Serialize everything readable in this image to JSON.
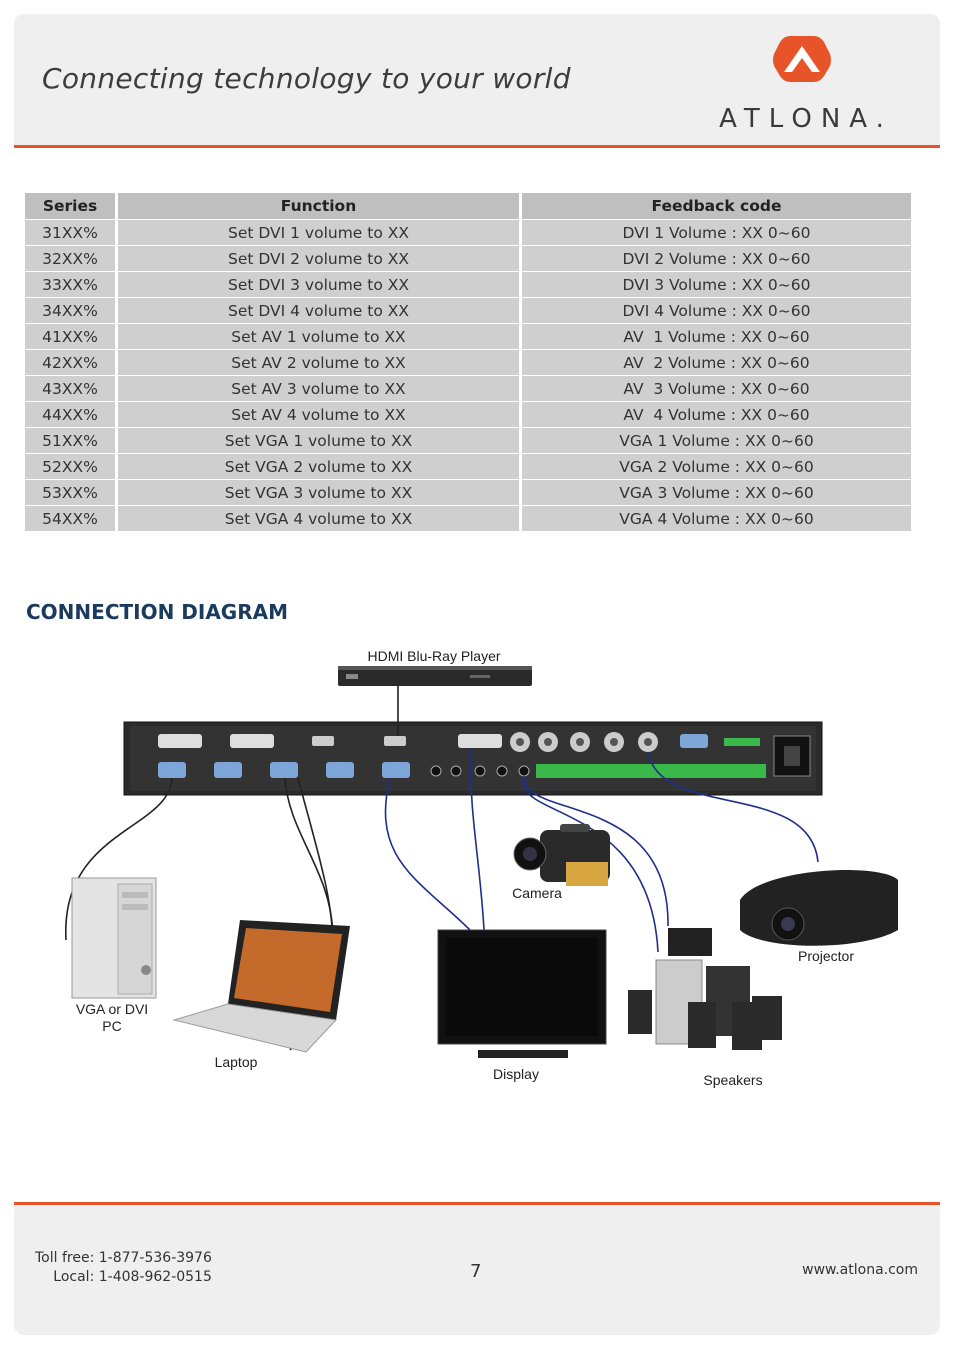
{
  "header": {
    "tagline": "Connecting technology to your world",
    "logo_text": "ATLONA.",
    "brand_color": "#e8542a"
  },
  "table": {
    "headers": [
      "Series",
      "Function",
      "Feedback code"
    ],
    "rows": [
      [
        "31XX%",
        "Set DVI 1 volume to XX",
        "DVI 1 Volume : XX 0~60"
      ],
      [
        "32XX%",
        "Set DVI 2 volume to XX",
        "DVI 2 Volume : XX 0~60"
      ],
      [
        "33XX%",
        "Set DVI 3 volume to XX",
        "DVI 3 Volume : XX 0~60"
      ],
      [
        "34XX%",
        "Set DVI 4 volume to XX",
        "DVI 4 Volume : XX 0~60"
      ],
      [
        "41XX%",
        "Set AV 1 volume to XX",
        "AV  1 Volume : XX 0~60"
      ],
      [
        "42XX%",
        "Set AV 2 volume to XX",
        "AV  2 Volume : XX 0~60"
      ],
      [
        "43XX%",
        "Set AV 3 volume to XX",
        "AV  3 Volume : XX 0~60"
      ],
      [
        "44XX%",
        "Set AV 4 volume to XX",
        "AV  4 Volume : XX 0~60"
      ],
      [
        "51XX%",
        "Set VGA 1 volume to XX",
        "VGA 1 Volume : XX 0~60"
      ],
      [
        "52XX%",
        "Set VGA 2 volume to XX",
        "VGA 2 Volume : XX 0~60"
      ],
      [
        "53XX%",
        "Set VGA 3 volume to XX",
        "VGA 3 Volume : XX 0~60"
      ],
      [
        "54XX%",
        "Set VGA 4 volume to XX",
        "VGA 4 Volume : XX 0~60"
      ]
    ]
  },
  "diagram": {
    "title": "CONNECTION DIAGRAM",
    "labels": {
      "bluray": "HDMI Blu-Ray Player",
      "camera": "Camera",
      "projector": "Projector",
      "pc": "VGA or DVI\nPC",
      "laptop": "Laptop",
      "display": "Display",
      "speakers": "Speakers"
    }
  },
  "footer": {
    "toll_free": "Toll free: 1-877-536-3976",
    "local": "Local: 1-408-962-0515",
    "page_number": "7",
    "website": "www.atlona.com"
  }
}
